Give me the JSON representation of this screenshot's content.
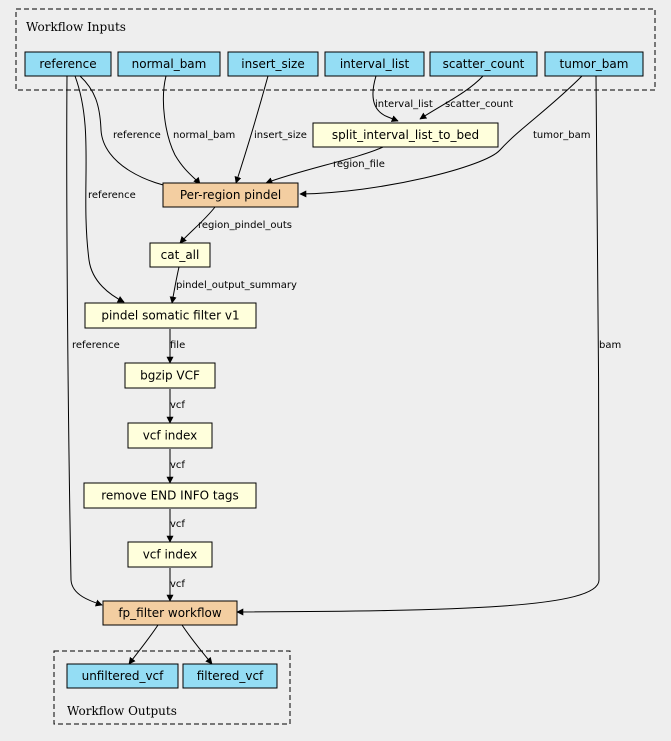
{
  "colors": {
    "background": "#eeeeee",
    "input": "#94ddf4",
    "step": "#ffffdc",
    "subworkflow": "#f3cea1",
    "output": "#94ddf4"
  },
  "clusters": {
    "inputs": "Workflow Inputs",
    "outputs": "Workflow Outputs"
  },
  "nodes": {
    "reference": "reference",
    "normal_bam": "normal_bam",
    "insert_size": "insert_size",
    "interval_list": "interval_list",
    "scatter_count": "scatter_count",
    "tumor_bam": "tumor_bam",
    "split": "split_interval_list_to_bed",
    "per_region": "Per-region pindel",
    "cat_all": "cat_all",
    "somatic_filter": "pindel somatic filter v1",
    "bgzip": "bgzip VCF",
    "vcf_index_1": "vcf index",
    "remove_end": "remove END INFO tags",
    "vcf_index_2": "vcf index",
    "fp_filter": "fp_filter workflow",
    "unfiltered_vcf": "unfiltered_vcf",
    "filtered_vcf": "filtered_vcf"
  },
  "edge_labels": {
    "interval_list": "interval_list",
    "scatter_count": "scatter_count",
    "tumor_bam": "tumor_bam",
    "reference_pr": "reference",
    "normal_bam": "normal_bam",
    "insert_size": "insert_size",
    "region_file": "region_file",
    "reference_sf": "reference",
    "region_pindel_outs": "region_pindel_outs",
    "pindel_output_summary": "pindel_output_summary",
    "reference_fp": "reference",
    "bam": "bam",
    "file": "file",
    "vcf_1": "vcf",
    "vcf_2": "vcf",
    "vcf_3": "vcf",
    "vcf_4": "vcf"
  }
}
